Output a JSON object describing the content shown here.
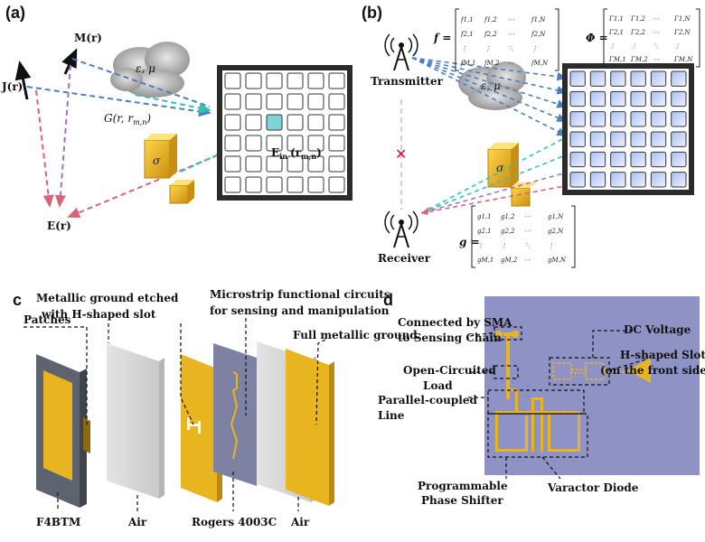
{
  "panels": {
    "a": "(a)",
    "b": "(b)",
    "c": "c",
    "d": "d"
  },
  "panel_a": {
    "J": "J(r)",
    "M": "M(r)",
    "eps_mu": "ε, μ",
    "green": "G(r, r",
    "green_sub": "m,n",
    "green_close": ")",
    "E_r": "E(r)",
    "E_in": "E",
    "E_in_sub": "in",
    "E_in_arg": "(r",
    "E_in_arg_sub": "m,n",
    "E_in_arg_close": ")",
    "sigma": "σ"
  },
  "panel_b": {
    "transmitter": "Transmitter",
    "receiver": "Receiver",
    "eps_mu": "ε, μ",
    "sigma": "σ",
    "f_label": "f =",
    "phi_label": "Φ =",
    "g_label": "g =",
    "f_rows": [
      [
        "f1,1",
        "f1,2",
        "⋯",
        "f1,N"
      ],
      [
        "f2,1",
        "f2,2",
        "⋯",
        "f2,N"
      ],
      [
        "⋮",
        "⋮",
        "⋱",
        "⋮"
      ],
      [
        "fM,1",
        "fM,2",
        "⋯",
        "fM,N"
      ]
    ],
    "phi_rows": [
      [
        "Γ1,1",
        "Γ1,2",
        "⋯",
        "Γ1,N"
      ],
      [
        "Γ2,1",
        "Γ2,2",
        "⋯",
        "Γ2,N"
      ],
      [
        "⋮",
        "⋮",
        "⋱",
        "⋮"
      ],
      [
        "ΓM,1",
        "ΓM,2",
        "⋯",
        "ΓM,N"
      ]
    ],
    "g_rows": [
      [
        "g1,1",
        "g1,2",
        "⋯",
        "g1,N"
      ],
      [
        "g2,1",
        "g2,2",
        "⋯",
        "g2,N"
      ],
      [
        "⋮",
        "⋮",
        "⋱",
        "⋮"
      ],
      [
        "gM,1",
        "gM,2",
        "⋯",
        "gM,N"
      ]
    ]
  },
  "panel_c": {
    "patches": "Patches",
    "metal_ground_1": "Metallic ground etched",
    "metal_ground_2": "with H-shaped slot",
    "microstrip_1": "Microstrip functional circuits",
    "microstrip_2": "for sensing and manipulation",
    "full_ground": "Full metallic ground",
    "f4btm": "F4BTM",
    "air1": "Air",
    "rogers": "Rogers 4003C",
    "air2": "Air"
  },
  "panel_d": {
    "connected_1": "Connected by SMA",
    "connected_2": "to Sensing Chain",
    "dc_voltage": "DC Voltage",
    "open_load_1": "Open-Circuited",
    "open_load_2": "Load",
    "h_slot_1": "H-shaped Slot",
    "h_slot_2": "(on the front side)",
    "pc_line_1": "Parallel-coupled",
    "pc_line_2": "Line",
    "phase_1": "Programmable",
    "phase_2": "Phase Shifter",
    "varactor": "Varactor Diode"
  },
  "colors": {
    "blue_dash": "#4a7fc1",
    "teal_dash": "#3bbfb5",
    "pink_dash": "#d9637a",
    "gold": "#e8b420",
    "grid_frame": "#2b2b2b",
    "board": "#8f92c4"
  }
}
